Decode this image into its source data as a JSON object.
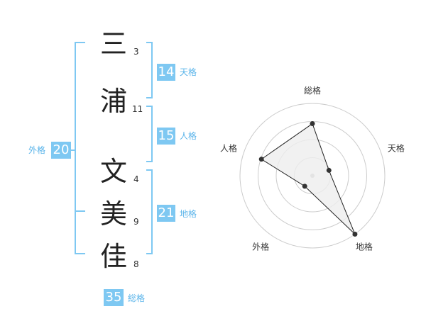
{
  "name_chars": [
    {
      "char": "三",
      "strokes": "3"
    },
    {
      "char": "浦",
      "strokes": "11"
    },
    {
      "char": "文",
      "strokes": "4"
    },
    {
      "char": "美",
      "strokes": "9"
    },
    {
      "char": "佳",
      "strokes": "8"
    }
  ],
  "fortune": {
    "tenkaku": {
      "value": "14",
      "label": "天格"
    },
    "jinkaku": {
      "value": "15",
      "label": "人格"
    },
    "chikaku": {
      "value": "21",
      "label": "地格"
    },
    "gaikaku": {
      "value": "20",
      "label": "外格"
    },
    "soukaku": {
      "value": "35",
      "label": "総格"
    }
  },
  "chart_data": {
    "type": "radar",
    "axes": [
      "総格",
      "天格",
      "地格",
      "外格",
      "人格"
    ],
    "values": [
      3.6,
      1.2,
      5,
      0.9,
      3.7
    ],
    "max": 5,
    "rings": 4,
    "colors": {
      "fill": "#eeeeee",
      "stroke": "#222222",
      "grid": "#cccccc",
      "point": "#333333"
    }
  },
  "colors": {
    "accent": "#7ec8f2",
    "label": "#5ab4ea"
  }
}
